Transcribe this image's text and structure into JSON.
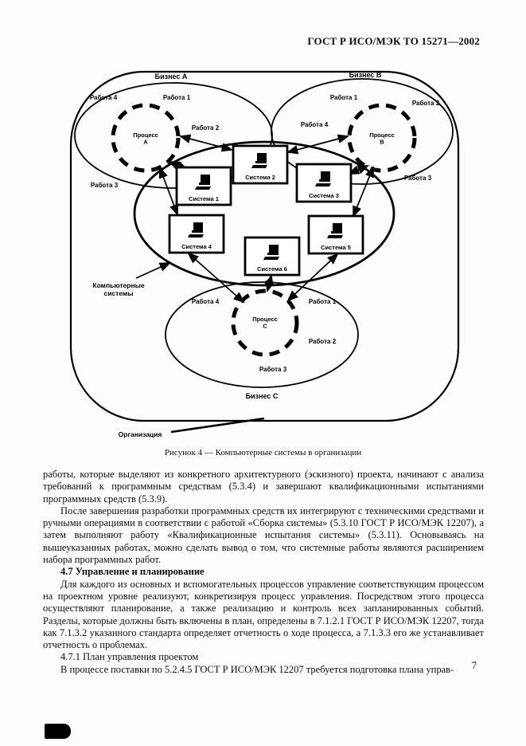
{
  "page": {
    "header_title": "ГОСТ Р ИСО/МЭК ТО 15271—2002",
    "page_number": "7"
  },
  "colors": {
    "ink": "#000000",
    "paper": "#ffffff"
  },
  "icons": {
    "computer": "computer-icon"
  },
  "figure": {
    "caption": "Рисунок 4 — Компьютерные системы в организации",
    "organization_label": "Организация",
    "computer_systems_label": {
      "line1": "Компьютерные",
      "line2": "системы"
    },
    "businesses": [
      {
        "label": "Бизнес А",
        "process": {
          "line1": "Процесс",
          "line2": "А"
        },
        "works": [
          "Работа 4",
          "Работа 1",
          "Работа 2",
          "Работа 3"
        ]
      },
      {
        "label": "Бизнес В",
        "process": {
          "line1": "Процесс",
          "line2": "В"
        },
        "works": [
          "Работа 1",
          "Работа 2",
          "Работа 4",
          "Работа 3"
        ]
      },
      {
        "label": "Бизнес С",
        "process": {
          "line1": "Процесс",
          "line2": "С"
        },
        "works": [
          "Работа 4",
          "Работа 1",
          "Работа 2",
          "Работа 3"
        ]
      }
    ],
    "systems": [
      "Система 1",
      "Система 2",
      "Система 3",
      "Система 4",
      "Система 5",
      "Система 6"
    ]
  },
  "body": {
    "paragraph_1": "работы, которые выделяют из конкретного архитектурного (эскизного) проекта, начинают с анализа требований к программным средствам (5.3.4) и завершают квалификационными испытаниями программных средств (5.3.9).",
    "paragraph_2": "После завершения разработки программных средств их интегрируют с техническими средствами и ручными операциями в соответствии с работой «Сборка системы» (5.3.10 ГОСТ Р ИСО/МЭК 12207), а затем выполняют работу «Квалификационные испытания системы» (5.3.11). Основываясь на вышеуказанных работах, можно сделать вывод о том, что системные работы являются расширением набора программных работ.",
    "heading_4_7": "4.7  Управление и планирование",
    "paragraph_3": "Для каждого из основных и вспомогательных процессов управление соответствующим процессом на проектном уровне реализуют, конкретизируя процесс управления. Посредством этого процесса осуществляют планирование, а также реализацию и контроль всех запланированных событий. Разделы, которые должны быть включены в план, определены в 7.1.2.1 ГОСТ Р ИСО/МЭК 12207, тогда как 7.1.3.2 указанного стандарта определяет отчетность о ходе процесса, а 7.1.3.3 его же устанавливает отчетность о проблемах.",
    "heading_4_7_1": "4.7.1  План управления проектом",
    "paragraph_4": "В процессе поставки по 5.2.4.5 ГОСТ Р ИСО/МЭК 12207 требуется подготовка плана управ-"
  }
}
